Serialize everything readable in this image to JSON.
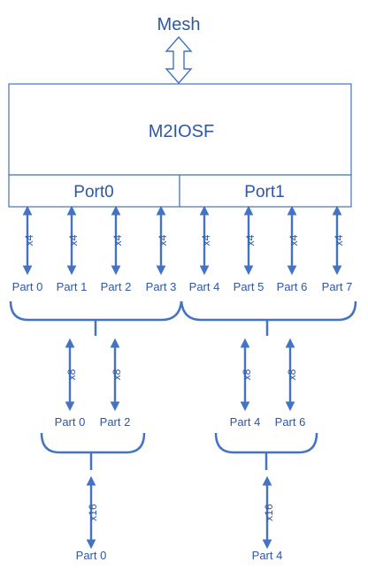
{
  "mesh_label": "Mesh",
  "main_block_label": "M2IOSF",
  "ports": [
    "Port0",
    "Port1"
  ],
  "x4_links": [
    {
      "width": "x4",
      "part": "Part 0"
    },
    {
      "width": "x4",
      "part": "Part 1"
    },
    {
      "width": "x4",
      "part": "Part 2"
    },
    {
      "width": "x4",
      "part": "Part 3"
    },
    {
      "width": "x4",
      "part": "Part 4"
    },
    {
      "width": "x4",
      "part": "Part 5"
    },
    {
      "width": "x4",
      "part": "Part 6"
    },
    {
      "width": "x4",
      "part": "Part 7"
    }
  ],
  "x8_links": [
    {
      "width": "x8",
      "part": "Part 0"
    },
    {
      "width": "x8",
      "part": "Part 2"
    },
    {
      "width": "x8",
      "part": "Part 4"
    },
    {
      "width": "x8",
      "part": "Part 6"
    }
  ],
  "x16_links": [
    {
      "width": "x16",
      "part": "Part 0"
    },
    {
      "width": "x16",
      "part": "Part 4"
    }
  ],
  "colors": {
    "line": "#4472c4",
    "text": "#2e57a6",
    "arrow_fill": "#ffffff"
  }
}
